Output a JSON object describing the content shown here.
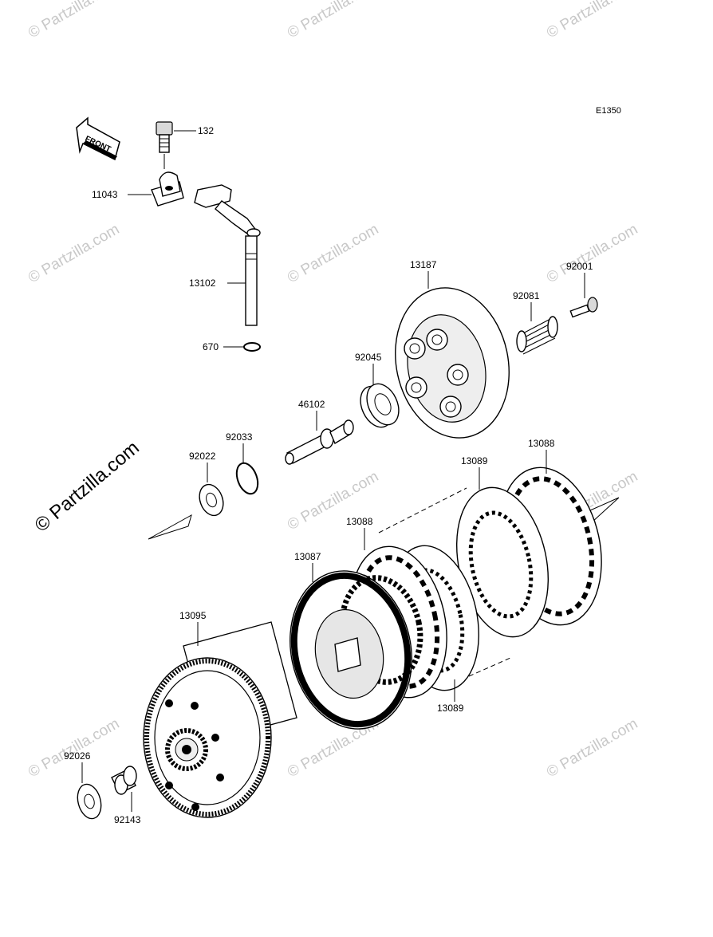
{
  "diagram": {
    "diagram_code": "E1350",
    "front_label": "FRONT",
    "copyright_watermark": "© Partzilla.com",
    "repeated_watermark": "© Partzilla.com",
    "part_numbers": {
      "bolt": "132",
      "clamp": "11043",
      "lever": "13102",
      "oring": "670",
      "pressure_plate": "13187",
      "bolt2": "92001",
      "spring": "92081",
      "bearing": "92045",
      "pushrod": "46102",
      "washer1": "92022",
      "circlip": "92033",
      "friction_upper": "13088",
      "steel_upper": "13089",
      "friction_lower": "13088",
      "steel_lower": "13089",
      "hub": "13087",
      "housing": "13095",
      "washer2": "92026",
      "collar": "92143"
    }
  }
}
